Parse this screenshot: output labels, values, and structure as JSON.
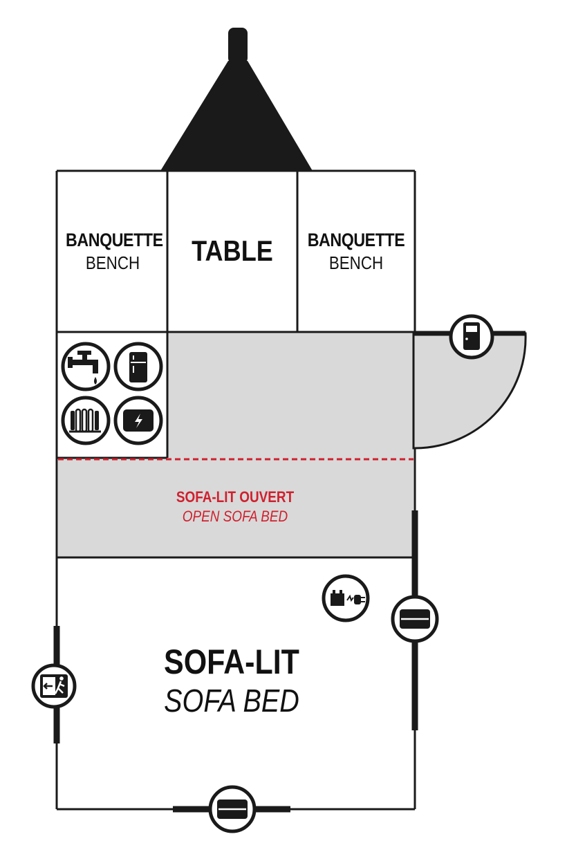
{
  "rooms": {
    "left_bench": {
      "title": "BANQUETTE",
      "subtitle": "BENCH"
    },
    "table": {
      "title": "TABLE"
    },
    "right_bench": {
      "title": "BANQUETTE",
      "subtitle": "BENCH"
    },
    "open_sofa_bed": {
      "title": "SOFA-LIT OUVERT",
      "subtitle": "OPEN SOFA BED"
    },
    "sofa_bed": {
      "title": "SOFA-LIT",
      "subtitle": "SOFA BED"
    }
  },
  "icons": [
    "water-tap-icon",
    "fridge-icon",
    "heater-icon",
    "electric-panel-icon",
    "battery-plug-icon",
    "window-icon",
    "emergency-exit-icon",
    "door-icon"
  ],
  "colors": {
    "outline": "#111111",
    "floor_fill": "#d9d9d9",
    "accent_red": "#d0202e",
    "background": "#ffffff"
  }
}
